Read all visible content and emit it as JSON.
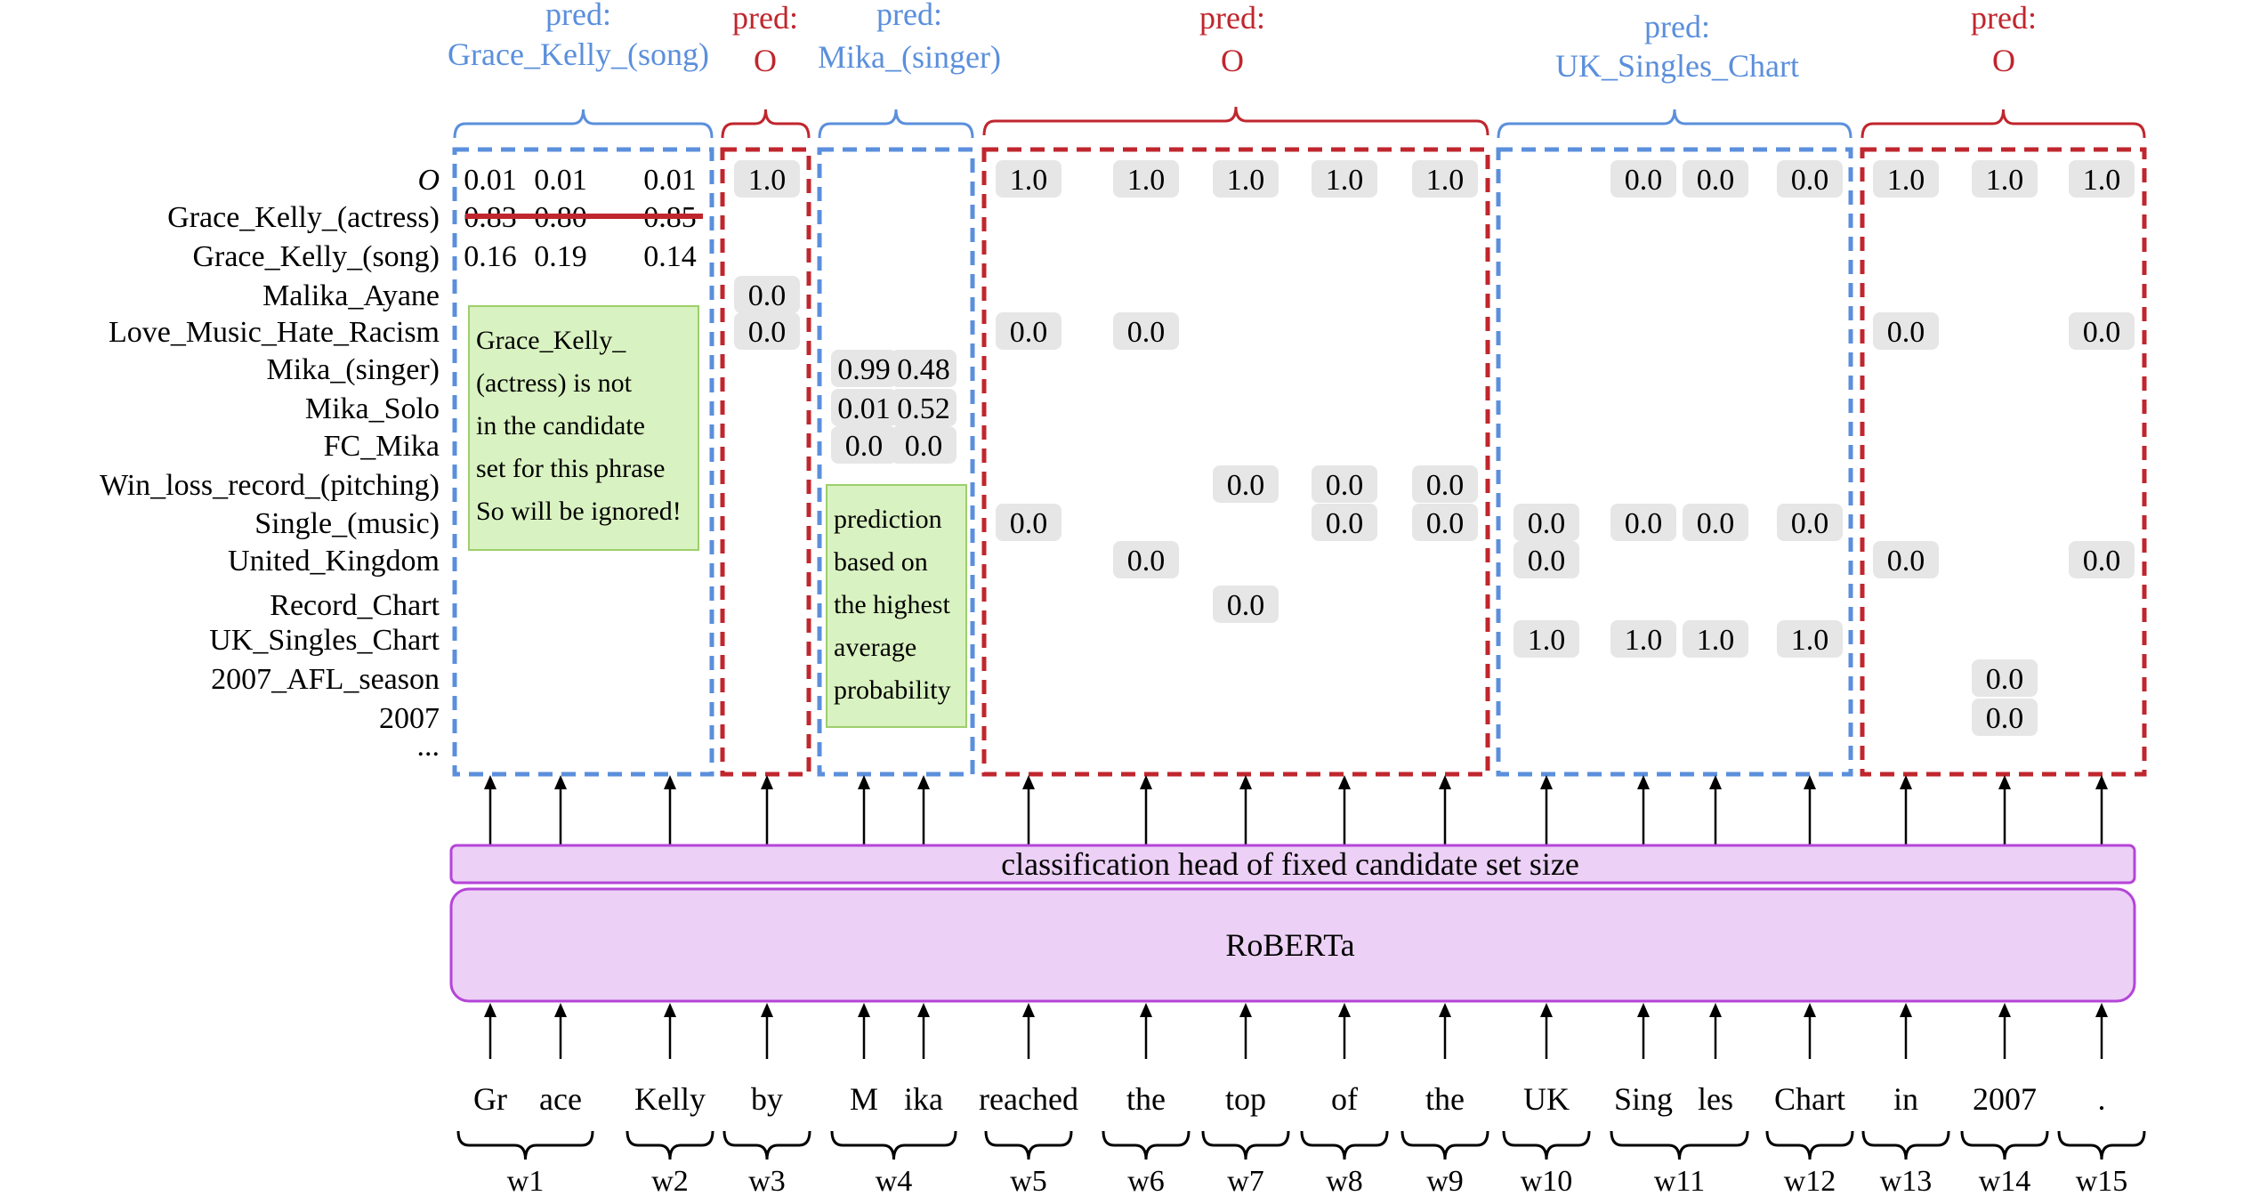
{
  "colors": {
    "blue": "#5b8fdc",
    "red": "#c0262d",
    "label_bg": "#e6e6e6",
    "note_bg": "#d9f2c1",
    "note_border": "#9ccf6c",
    "box_fill": "#ecd0f5",
    "box_stroke": "#b445d8"
  },
  "candidates": [
    "O",
    "Grace_Kelly_(actress)",
    "Grace_Kelly_(song)",
    "Malika_Ayane",
    "Love_Music_Hate_Racism",
    "Mika_(singer)",
    "Mika_Solo",
    "FC_Mika",
    "Win_loss_record_(pitching)",
    "Single_(music)",
    "United_Kingdom",
    "Record_Chart",
    "UK_Singles_Chart",
    "2007_AFL_season",
    "2007",
    "..."
  ],
  "groups": [
    {
      "pred_label": "pred:",
      "pred_value": "Grace_Kelly_(song)",
      "color": "blue"
    },
    {
      "pred_label": "pred:",
      "pred_value": "O",
      "color": "red"
    },
    {
      "pred_label": "pred:",
      "pred_value": "Mika_(singer)",
      "color": "blue"
    },
    {
      "pred_label": "pred:",
      "pred_value": "O",
      "color": "red"
    },
    {
      "pred_label": "pred:",
      "pred_value": "UK_Singles_Chart",
      "color": "blue"
    },
    {
      "pred_label": "pred:",
      "pred_value": "O",
      "color": "red"
    }
  ],
  "tokens": [
    "Gr",
    "ace",
    "Kelly",
    "by",
    "M",
    "ika",
    "reached",
    "the",
    "top",
    "of",
    "the",
    "UK",
    "Sing",
    "les",
    "Chart",
    "in",
    "2007",
    "."
  ],
  "words": [
    "w1",
    "w2",
    "w3",
    "w4",
    "w5",
    "w6",
    "w7",
    "w8",
    "w9",
    "w10",
    "w11",
    "w12",
    "w13",
    "w14",
    "w15"
  ],
  "probabilities": [
    {
      "token": 0,
      "candidate": 0,
      "value": "0.01"
    },
    {
      "token": 1,
      "candidate": 0,
      "value": "0.01"
    },
    {
      "token": 2,
      "candidate": 0,
      "value": "0.01"
    },
    {
      "token": 0,
      "candidate": 1,
      "value": "0.83",
      "struck": true
    },
    {
      "token": 1,
      "candidate": 1,
      "value": "0.80",
      "struck": true
    },
    {
      "token": 2,
      "candidate": 1,
      "value": "0.85",
      "struck": true
    },
    {
      "token": 0,
      "candidate": 2,
      "value": "0.16"
    },
    {
      "token": 1,
      "candidate": 2,
      "value": "0.19"
    },
    {
      "token": 2,
      "candidate": 2,
      "value": "0.14"
    },
    {
      "token": 3,
      "candidate": 0,
      "value": "1.0",
      "box": true
    },
    {
      "token": 3,
      "candidate": 3,
      "value": "0.0",
      "box": true
    },
    {
      "token": 3,
      "candidate": 4,
      "value": "0.0",
      "box": true
    },
    {
      "token": 4,
      "candidate": 5,
      "value": "0.99",
      "box": true
    },
    {
      "token": 5,
      "candidate": 5,
      "value": "0.48",
      "box": true
    },
    {
      "token": 4,
      "candidate": 6,
      "value": "0.01",
      "box": true
    },
    {
      "token": 5,
      "candidate": 6,
      "value": "0.52",
      "box": true
    },
    {
      "token": 4,
      "candidate": 7,
      "value": "0.0",
      "box": true
    },
    {
      "token": 5,
      "candidate": 7,
      "value": "0.0",
      "box": true
    },
    {
      "token": 6,
      "candidate": 0,
      "value": "1.0",
      "box": true
    },
    {
      "token": 7,
      "candidate": 0,
      "value": "1.0",
      "box": true
    },
    {
      "token": 8,
      "candidate": 0,
      "value": "1.0",
      "box": true
    },
    {
      "token": 9,
      "candidate": 0,
      "value": "1.0",
      "box": true
    },
    {
      "token": 10,
      "candidate": 0,
      "value": "1.0",
      "box": true
    },
    {
      "token": 6,
      "candidate": 4,
      "value": "0.0",
      "box": true
    },
    {
      "token": 7,
      "candidate": 4,
      "value": "0.0",
      "box": true
    },
    {
      "token": 8,
      "candidate": 8,
      "value": "0.0",
      "box": true
    },
    {
      "token": 9,
      "candidate": 8,
      "value": "0.0",
      "box": true
    },
    {
      "token": 10,
      "candidate": 8,
      "value": "0.0",
      "box": true
    },
    {
      "token": 6,
      "candidate": 9,
      "value": "0.0",
      "box": true
    },
    {
      "token": 9,
      "candidate": 9,
      "value": "0.0",
      "box": true
    },
    {
      "token": 10,
      "candidate": 9,
      "value": "0.0",
      "box": true
    },
    {
      "token": 7,
      "candidate": 10,
      "value": "0.0",
      "box": true
    },
    {
      "token": 8,
      "candidate": 11,
      "value": "0.0",
      "box": true
    },
    {
      "token": 12,
      "candidate": 0,
      "value": "0.0",
      "box": true
    },
    {
      "token": 13,
      "candidate": 0,
      "value": "0.0",
      "box": true
    },
    {
      "token": 14,
      "candidate": 0,
      "value": "0.0",
      "box": true
    },
    {
      "token": 11,
      "candidate": 9,
      "value": "0.0",
      "box": true
    },
    {
      "token": 12,
      "candidate": 9,
      "value": "0.0",
      "box": true
    },
    {
      "token": 13,
      "candidate": 9,
      "value": "0.0",
      "box": true
    },
    {
      "token": 14,
      "candidate": 9,
      "value": "0.0",
      "box": true
    },
    {
      "token": 11,
      "candidate": 10,
      "value": "0.0",
      "box": true
    },
    {
      "token": 11,
      "candidate": 12,
      "value": "1.0",
      "box": true
    },
    {
      "token": 12,
      "candidate": 12,
      "value": "1.0",
      "box": true
    },
    {
      "token": 13,
      "candidate": 12,
      "value": "1.0",
      "box": true
    },
    {
      "token": 14,
      "candidate": 12,
      "value": "1.0",
      "box": true
    },
    {
      "token": 15,
      "candidate": 0,
      "value": "1.0",
      "box": true
    },
    {
      "token": 16,
      "candidate": 0,
      "value": "1.0",
      "box": true
    },
    {
      "token": 17,
      "candidate": 0,
      "value": "1.0",
      "box": true
    },
    {
      "token": 15,
      "candidate": 4,
      "value": "0.0",
      "box": true
    },
    {
      "token": 17,
      "candidate": 4,
      "value": "0.0",
      "box": true
    },
    {
      "token": 15,
      "candidate": 10,
      "value": "0.0",
      "box": true
    },
    {
      "token": 17,
      "candidate": 10,
      "value": "0.0",
      "box": true
    },
    {
      "token": 16,
      "candidate": 13,
      "value": "0.0",
      "box": true
    },
    {
      "token": 16,
      "candidate": 14,
      "value": "0.0",
      "box": true
    }
  ],
  "notes": {
    "ignored": [
      "Grace_Kelly_",
      "(actress) is not",
      "in the candidate",
      "set for this phrase",
      "So will be ignored!"
    ],
    "prediction": [
      "prediction",
      "based on",
      "the highest",
      "average",
      "probability"
    ]
  },
  "classification_head": "classification head of fixed candidate set size",
  "encoder": "RoBERTa"
}
